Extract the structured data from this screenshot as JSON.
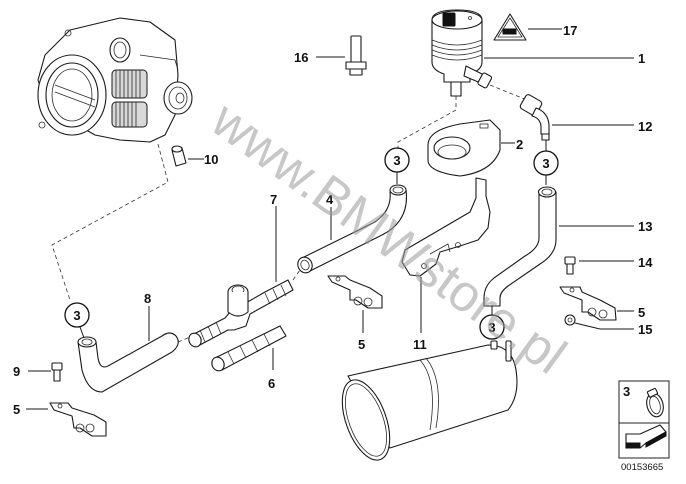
{
  "diagram": {
    "type": "exploded-parts-diagram",
    "watermark": "www.BMWstore.pl",
    "diagram_number": "00153665",
    "callouts": [
      {
        "id": "1",
        "part": "vacuum-valve"
      },
      {
        "id": "2",
        "part": "holder-ring"
      },
      {
        "id": "3",
        "part": "hose-clamp-reference"
      },
      {
        "id": "4",
        "part": "hose-bent"
      },
      {
        "id": "5",
        "part": "hose-holder-bracket"
      },
      {
        "id": "6",
        "part": "connector-straight"
      },
      {
        "id": "7",
        "part": "t-connector-with-valve"
      },
      {
        "id": "8",
        "part": "hose-elbow"
      },
      {
        "id": "9",
        "part": "bolt"
      },
      {
        "id": "10",
        "part": "sleeve"
      },
      {
        "id": "11",
        "part": "bracket"
      },
      {
        "id": "12",
        "part": "elbow-connector"
      },
      {
        "id": "13",
        "part": "hose-s-shaped"
      },
      {
        "id": "14",
        "part": "bolt"
      },
      {
        "id": "15",
        "part": "nut"
      },
      {
        "id": "16",
        "part": "connector-plug"
      },
      {
        "id": "17",
        "part": "warning-label"
      }
    ],
    "labels": {
      "l1": "1",
      "l2": "2",
      "l3a": "3",
      "l3b": "3",
      "l3c": "3",
      "l3d": "3",
      "l4": "4",
      "l5a": "5",
      "l5b": "5",
      "l5c": "5",
      "l6": "6",
      "l7": "7",
      "l8": "8",
      "l9": "9",
      "l10": "10",
      "l11": "11",
      "l12": "12",
      "l13": "13",
      "l14": "14",
      "l15": "15",
      "l16": "16",
      "l17": "17"
    },
    "legend": {
      "ref_number": "3",
      "ref_icon": "hose-clamp-icon",
      "nav_icon": "arrow-back-icon"
    }
  }
}
